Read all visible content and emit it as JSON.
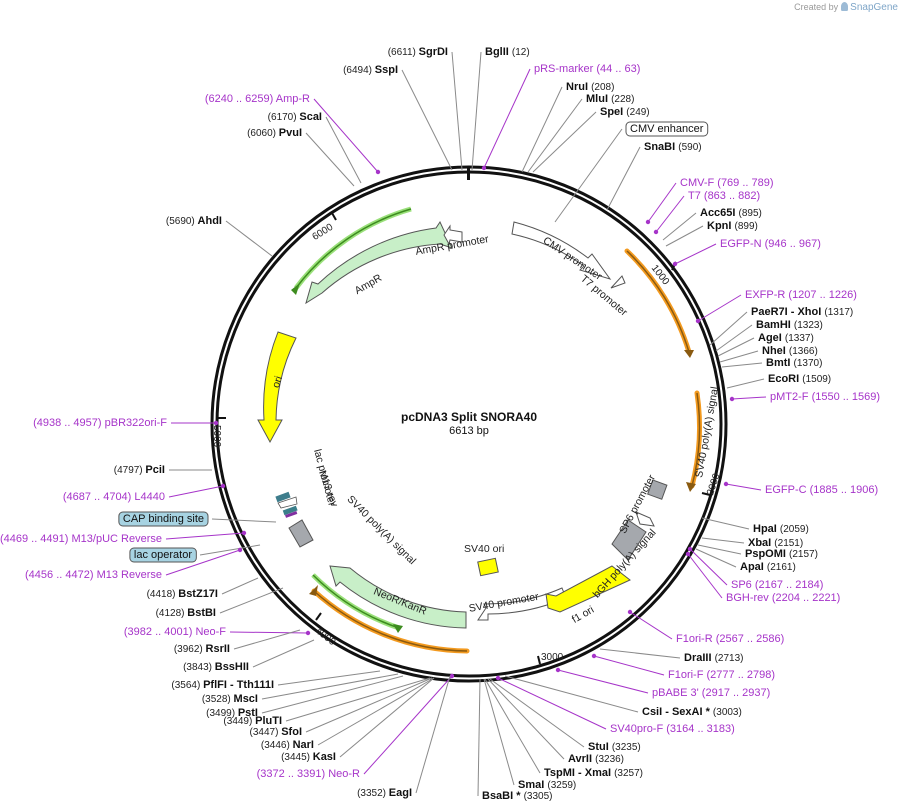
{
  "credit": {
    "prefix": "Created by",
    "brand": "SnapGene"
  },
  "plasmid": {
    "name": "pcDNA3 Split SNORA40",
    "length": 6613,
    "length_label": "6613 bp"
  },
  "tick_labels": [
    "1000",
    "2000",
    "3000",
    "4000",
    "5000",
    "6000"
  ],
  "colors": {
    "backbone": "#111111",
    "primer": "#a634c9",
    "orange_feature": "#f39a1f",
    "green_feature": "#3d8c1f",
    "ori": "#ffff00",
    "marker_box": "#a7d3e2",
    "neo": "#c8efc8"
  },
  "labels": [
    {
      "name": "SgrDI",
      "pos": "(6611)",
      "kind": "enzyme",
      "side": "left"
    },
    {
      "name": "BglII",
      "pos": "(12)",
      "kind": "enzyme",
      "side": "right"
    },
    {
      "name": "SspI",
      "pos": "(6494)",
      "kind": "enzyme",
      "side": "left"
    },
    {
      "name": "pRS-marker",
      "pos": "(44 .. 63)",
      "kind": "primer",
      "side": "right"
    },
    {
      "name": "NruI",
      "pos": "(208)",
      "kind": "enzyme",
      "side": "right"
    },
    {
      "name": "MluI",
      "pos": "(228)",
      "kind": "enzyme",
      "side": "right"
    },
    {
      "name": "SpeI",
      "pos": "(249)",
      "kind": "enzyme",
      "side": "right"
    },
    {
      "name": "CMV enhancer",
      "pos": "",
      "kind": "box",
      "side": "right"
    },
    {
      "name": "SnaBI",
      "pos": "(590)",
      "kind": "enzyme",
      "side": "right"
    },
    {
      "name": "Amp-R",
      "pos": "(6240 .. 6259)",
      "kind": "primer",
      "side": "left"
    },
    {
      "name": "ScaI",
      "pos": "(6170)",
      "kind": "enzyme",
      "side": "left"
    },
    {
      "name": "PvuI",
      "pos": "(6060)",
      "kind": "enzyme",
      "side": "left"
    },
    {
      "name": "CMV-F",
      "pos": "(769 .. 789)",
      "kind": "primer",
      "side": "right"
    },
    {
      "name": "T7",
      "pos": "(863 .. 882)",
      "kind": "primer",
      "side": "right"
    },
    {
      "name": "Acc65I",
      "pos": "(895)",
      "kind": "enzyme",
      "side": "right"
    },
    {
      "name": "KpnI",
      "pos": "(899)",
      "kind": "enzyme",
      "side": "right"
    },
    {
      "name": "EGFP-N",
      "pos": "(946 .. 967)",
      "kind": "primer",
      "side": "right"
    },
    {
      "name": "AhdI",
      "pos": "(5690)",
      "kind": "enzyme",
      "side": "left"
    },
    {
      "name": "EXFP-R",
      "pos": "(1207 .. 1226)",
      "kind": "primer",
      "side": "right"
    },
    {
      "name": "PaeR7I  - XhoI",
      "pos": "(1317)",
      "kind": "enzyme",
      "side": "right"
    },
    {
      "name": "BamHI",
      "pos": "(1323)",
      "kind": "enzyme",
      "side": "right"
    },
    {
      "name": "AgeI",
      "pos": "(1337)",
      "kind": "enzyme",
      "side": "right"
    },
    {
      "name": "NheI",
      "pos": "(1366)",
      "kind": "enzyme",
      "side": "right"
    },
    {
      "name": "BmtI",
      "pos": "(1370)",
      "kind": "enzyme",
      "side": "right"
    },
    {
      "name": "EcoRI",
      "pos": "(1509)",
      "kind": "enzyme",
      "side": "right"
    },
    {
      "name": "pMT2-F",
      "pos": "(1550 .. 1569)",
      "kind": "primer",
      "side": "right"
    },
    {
      "name": "pBR322ori-F",
      "pos": "(4938 .. 4957)",
      "kind": "primer",
      "side": "left"
    },
    {
      "name": "PciI",
      "pos": "(4797)",
      "kind": "enzyme",
      "side": "left"
    },
    {
      "name": "L4440",
      "pos": "(4687 .. 4704)",
      "kind": "primer",
      "side": "left"
    },
    {
      "name": "EGFP-C",
      "pos": "(1885 .. 1906)",
      "kind": "primer",
      "side": "right"
    },
    {
      "name": "CAP binding site",
      "pos": "",
      "kind": "box",
      "side": "left"
    },
    {
      "name": "M13/pUC Reverse",
      "pos": "(4469 .. 4491)",
      "kind": "primer",
      "side": "left"
    },
    {
      "name": "lac operator",
      "pos": "",
      "kind": "box",
      "side": "left"
    },
    {
      "name": "M13 Reverse",
      "pos": "(4456 .. 4472)",
      "kind": "primer",
      "side": "left"
    },
    {
      "name": "HpaI",
      "pos": "(2059)",
      "kind": "enzyme",
      "side": "right"
    },
    {
      "name": "XbaI",
      "pos": "(2151)",
      "kind": "enzyme",
      "side": "right"
    },
    {
      "name": "PspOMI",
      "pos": "(2157)",
      "kind": "enzyme",
      "side": "right"
    },
    {
      "name": "ApaI",
      "pos": "(2161)",
      "kind": "enzyme",
      "side": "right"
    },
    {
      "name": "SP6",
      "pos": "(2167 .. 2184)",
      "kind": "primer",
      "side": "right"
    },
    {
      "name": "BGH-rev",
      "pos": "(2204 .. 2221)",
      "kind": "primer",
      "side": "right"
    },
    {
      "name": "BstZ17I",
      "pos": "(4418)",
      "kind": "enzyme",
      "side": "left"
    },
    {
      "name": "BstBI",
      "pos": "(4128)",
      "kind": "enzyme",
      "side": "left"
    },
    {
      "name": "Neo-F",
      "pos": "(3982 .. 4001)",
      "kind": "primer",
      "side": "left"
    },
    {
      "name": "RsrII",
      "pos": "(3962)",
      "kind": "enzyme",
      "side": "left"
    },
    {
      "name": "BssHII",
      "pos": "(3843)",
      "kind": "enzyme",
      "side": "left"
    },
    {
      "name": "F1ori-R",
      "pos": "(2567 .. 2586)",
      "kind": "primer",
      "side": "right"
    },
    {
      "name": "DraIII",
      "pos": "(2713)",
      "kind": "enzyme",
      "side": "right"
    },
    {
      "name": "F1ori-F",
      "pos": "(2777 .. 2798)",
      "kind": "primer",
      "side": "right"
    },
    {
      "name": "pBABE 3'",
      "pos": "(2917 .. 2937)",
      "kind": "primer",
      "side": "right"
    },
    {
      "name": "PflFI  - Tth111I",
      "pos": "(3564)",
      "kind": "enzyme",
      "side": "left"
    },
    {
      "name": "MscI",
      "pos": "(3528)",
      "kind": "enzyme",
      "side": "left"
    },
    {
      "name": "PstI",
      "pos": "(3499)",
      "kind": "enzyme",
      "side": "left"
    },
    {
      "name": "PluTI",
      "pos": "(3449)",
      "kind": "enzyme",
      "side": "left"
    },
    {
      "name": "SfoI",
      "pos": "(3447)",
      "kind": "enzyme",
      "side": "left"
    },
    {
      "name": "NarI",
      "pos": "(3446)",
      "kind": "enzyme",
      "side": "left"
    },
    {
      "name": "KasI",
      "pos": "(3445)",
      "kind": "enzyme",
      "side": "left"
    },
    {
      "name": "Neo-R",
      "pos": "(3372 .. 3391)",
      "kind": "primer",
      "side": "left"
    },
    {
      "name": "EagI",
      "pos": "(3352)",
      "kind": "enzyme",
      "side": "left"
    },
    {
      "name": "CsiI  - SexAI *",
      "pos": "(3003)",
      "kind": "enzyme",
      "side": "right"
    },
    {
      "name": "SV40pro-F",
      "pos": "(3164 .. 3183)",
      "kind": "primer",
      "side": "right"
    },
    {
      "name": "StuI",
      "pos": "(3235)",
      "kind": "enzyme",
      "side": "right"
    },
    {
      "name": "AvrII",
      "pos": "(3236)",
      "kind": "enzyme",
      "side": "right"
    },
    {
      "name": "TspMI  - XmaI",
      "pos": "(3257)",
      "kind": "enzyme",
      "side": "right"
    },
    {
      "name": "SmaI",
      "pos": "(3259)",
      "kind": "enzyme",
      "side": "right"
    },
    {
      "name": "BsaBI *",
      "pos": "(3305)",
      "kind": "enzyme",
      "side": "right"
    }
  ],
  "features": [
    {
      "name": "AmpR promoter"
    },
    {
      "name": "AmpR"
    },
    {
      "name": "CMV promoter"
    },
    {
      "name": "T7 promoter"
    },
    {
      "name": "ori"
    },
    {
      "name": "lac promoter"
    },
    {
      "name": "M13 rev"
    },
    {
      "name": "SV40 poly(A) signal"
    },
    {
      "name": "SV40 poly(A) signal"
    },
    {
      "name": "SP6 promoter"
    },
    {
      "name": "bGH poly(A) signal"
    },
    {
      "name": "f1 ori"
    },
    {
      "name": "SV40 ori"
    },
    {
      "name": "SV40 promoter"
    },
    {
      "name": "NeoR/KanR"
    }
  ]
}
